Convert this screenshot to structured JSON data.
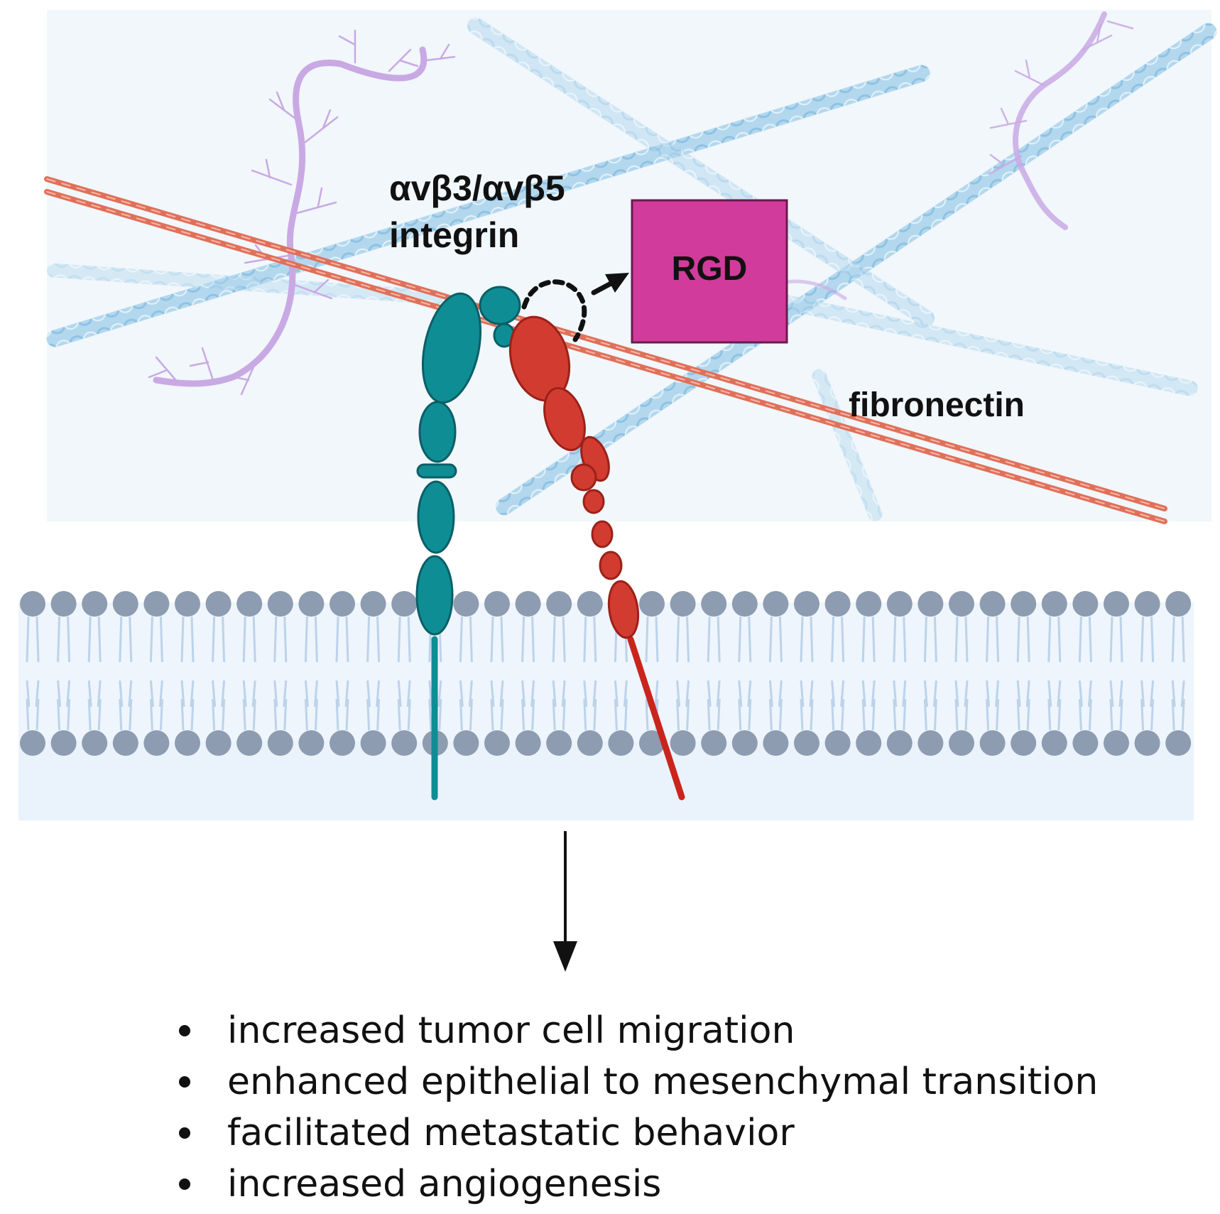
{
  "labels": {
    "integrin_line1": "αvβ3/αvβ5",
    "integrin_line2": "integrin",
    "rgd": "RGD",
    "fibronectin": "fibronectin"
  },
  "outcomes": [
    "increased tumor cell migration",
    "enhanced epithelial to mesenchymal transition",
    "facilitated metastatic behavior",
    "increased angiogenesis"
  ],
  "colors": {
    "ecm_background": "#f1f7fb",
    "collagen_fiber": "#a9d3ec",
    "proteoglycan": "#c9a9e4",
    "fibronectin": "#e0705a",
    "alpha_subunit": "#0f8d95",
    "beta_subunit": "#d23b30",
    "rgd_box": "#d13c9c",
    "lipid_head": "#8d9cb0",
    "lipid_tail": "#bcd3ea",
    "cytoplasm": "#eaf3fc"
  }
}
